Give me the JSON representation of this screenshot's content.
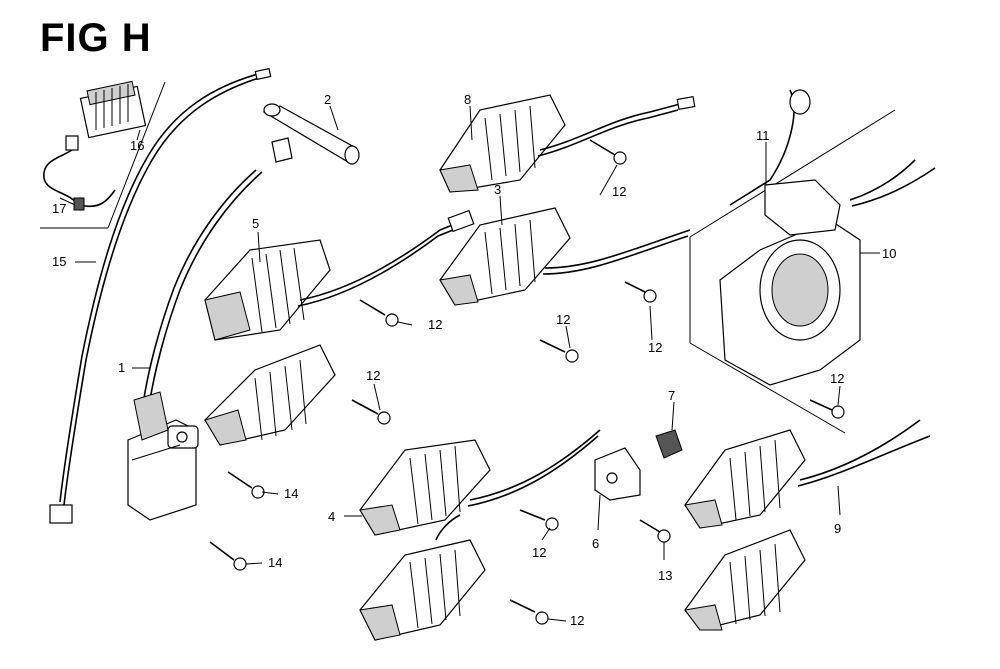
{
  "figure": {
    "title": "FIG H"
  },
  "callouts": {
    "c1": "1",
    "c2": "2",
    "c3": "3",
    "c4": "4",
    "c5": "5",
    "c6": "6",
    "c7": "7",
    "c8": "8",
    "c9": "9",
    "c10": "10",
    "c11": "11",
    "c13": "13",
    "c14": "14",
    "c15": "15",
    "c16": "16",
    "c17": "17",
    "c12": "12"
  }
}
